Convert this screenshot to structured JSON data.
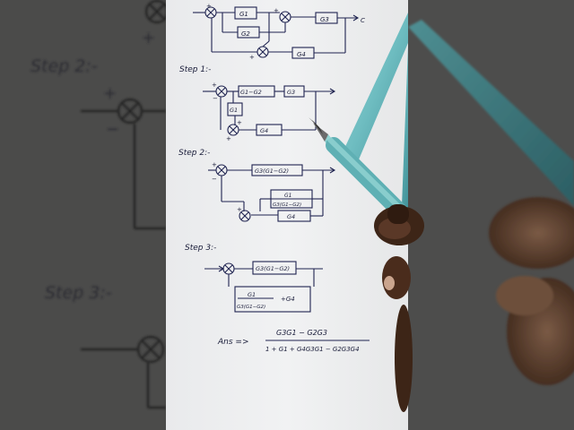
{
  "left_blur": {
    "step2": "Step 2:-",
    "step3": "Step 3:-",
    "plus": "+",
    "minus": "−"
  },
  "top_diagram": {
    "g1": "G1",
    "g2": "G2",
    "g3": "G3",
    "g4": "G4",
    "output": "C"
  },
  "step1": {
    "label": "Step 1:-",
    "block_a": "G1−G2",
    "block_b": "G3",
    "block_c": "G1",
    "block_d": "G4"
  },
  "step2": {
    "label": "Step 2:-",
    "block_a": "G3(G1−G2)",
    "block_b_num": "G1",
    "block_b_den": "G3(G1−G2)",
    "block_c": "G4"
  },
  "step3": {
    "label": "Step 3:-",
    "block_a": "G3(G1−G2)",
    "block_b_num": "G1",
    "block_b_den": "G3(G1−G2)",
    "block_b_add": "+G4"
  },
  "answer": {
    "label": "Ans =>",
    "numerator": "G3G1 − G2G3",
    "denominator": "1 + G1 + G4G3G1 − G2G3G4"
  }
}
